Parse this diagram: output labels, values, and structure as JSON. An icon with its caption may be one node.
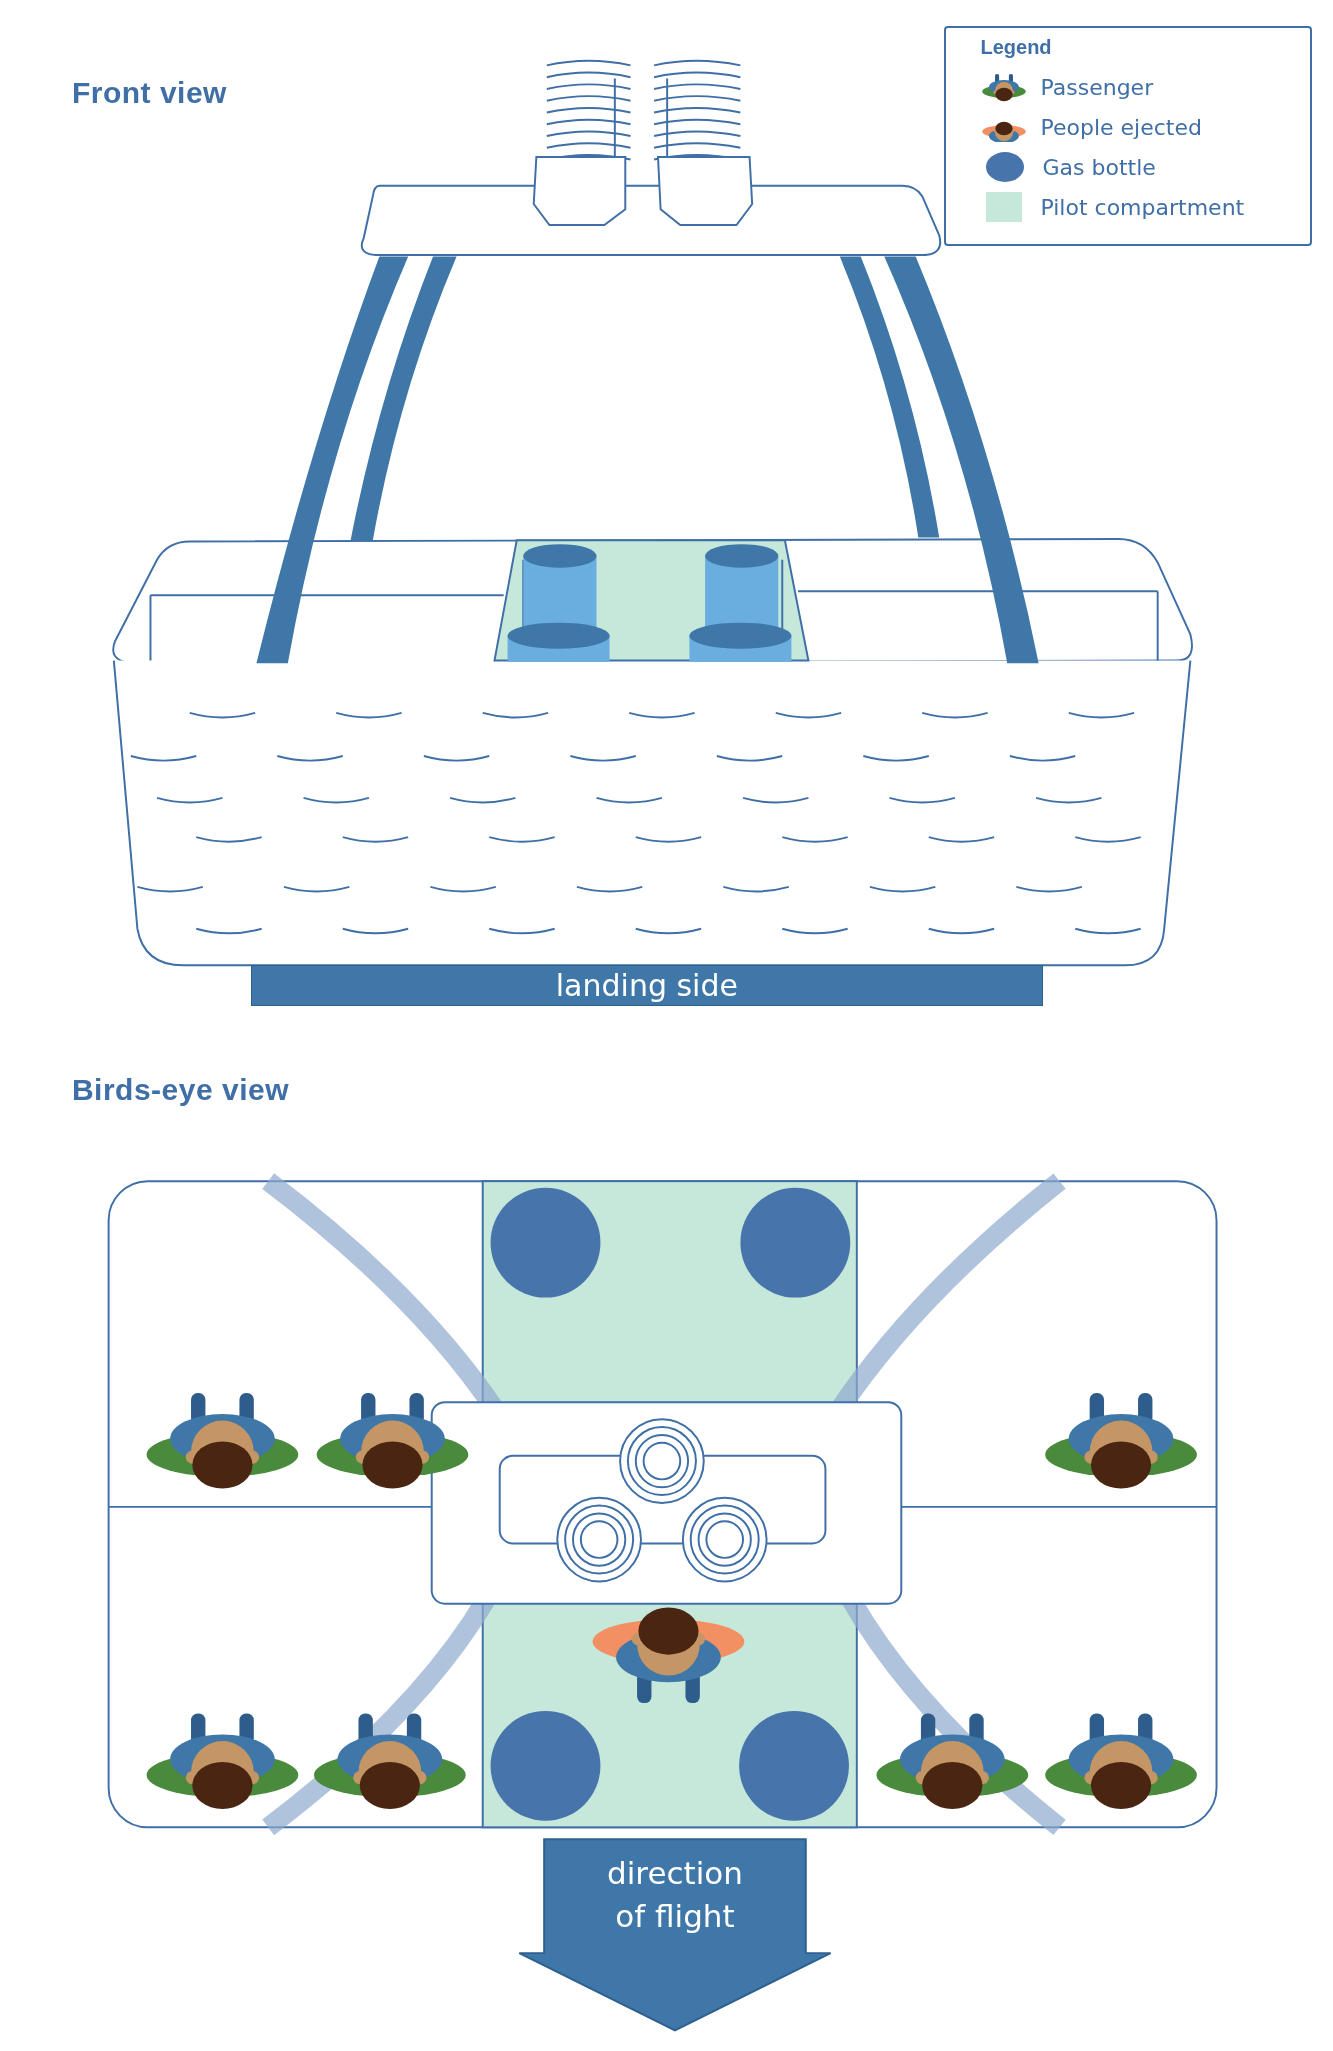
{
  "diagram": {
    "nodes": [
      {
        "text": [
          "landing side"
        ]
      },
      {
        "text": [
          "direction of flight"
        ]
      }
    ],
    "labels": [
      "Front view",
      "Legend",
      "Birds-eye view"
    ],
    "legend": [
      {
        "text": "Passenger"
      },
      {
        "text": "People ejected"
      },
      {
        "text": "Gas bottle",
        "color": "#4674ab"
      },
      {
        "text": "Pilot compartment",
        "color": "#c5e8da"
      }
    ]
  }
}
